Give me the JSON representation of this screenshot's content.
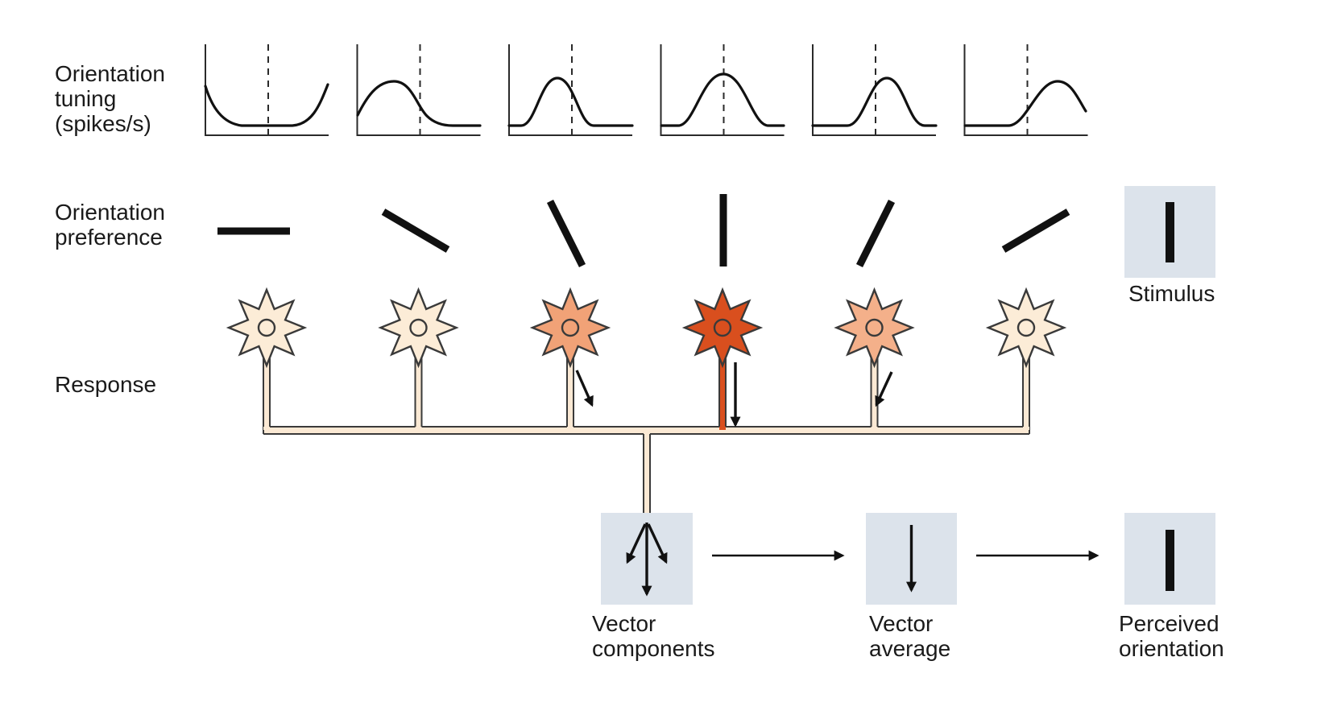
{
  "left_labels": {
    "tuning": [
      "Orientation",
      "tuning",
      "(spikes/s)"
    ],
    "preference": [
      "Orientation",
      "preference"
    ],
    "response": [
      "Response"
    ]
  },
  "tuning_plots": [
    {
      "peak_position": "rises at both edges, trough at stimulus line"
    },
    {
      "peak_position": "well left of stimulus line"
    },
    {
      "peak_position": "just left of stimulus line"
    },
    {
      "peak_position": "on stimulus line"
    },
    {
      "peak_position": "just right of stimulus line"
    },
    {
      "peak_position": "near right edge"
    }
  ],
  "neurons": [
    {
      "name": "neuron-1",
      "preference_deg": 0,
      "response": "minimal",
      "color": "#fcecd7",
      "axon_color": "#fbe9d4"
    },
    {
      "name": "neuron-2",
      "preference_deg": 150,
      "response": "minimal",
      "color": "#fcecd7",
      "axon_color": "#fbe9d4"
    },
    {
      "name": "neuron-3",
      "preference_deg": 120,
      "response": "moderate",
      "color": "#f1a277",
      "axon_color": "#fbe9d4"
    },
    {
      "name": "neuron-4",
      "preference_deg": 90,
      "response": "strong",
      "color": "#d94f1e",
      "axon_color": "#d94f1e"
    },
    {
      "name": "neuron-5",
      "preference_deg": 60,
      "response": "moderate",
      "color": "#f4b08a",
      "axon_color": "#fbe9d4"
    },
    {
      "name": "neuron-6",
      "preference_deg": 30,
      "response": "minimal",
      "color": "#fcecd7",
      "axon_color": "#fbe9d4"
    }
  ],
  "stimulus": {
    "label": "Stimulus",
    "orientation_deg": 90
  },
  "output_boxes": {
    "vector_components": {
      "label_lines": [
        "Vector",
        "components"
      ]
    },
    "vector_average": {
      "label_lines": [
        "Vector",
        "average"
      ]
    },
    "perceived_orientation": {
      "label_lines": [
        "Perceived",
        "orientation"
      ]
    }
  },
  "colors": {
    "background": "#ffffff",
    "ink": "#111111",
    "outline": "#3a3a3a",
    "box_bg": "#dce3eb",
    "axon_fill": "#fbe9d4"
  }
}
